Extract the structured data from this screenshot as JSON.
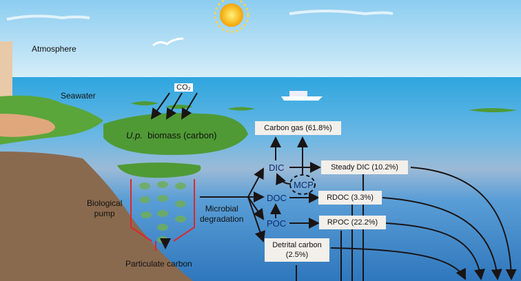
{
  "labels": {
    "atmosphere": "Atmosphere",
    "seawater": "Seawater",
    "co2": "CO₂",
    "up_italic": "U.p.",
    "biomass": "biomass (carbon)",
    "biological_pump": [
      "Biological",
      "pump"
    ],
    "microbial_degradation": [
      "Microbial",
      "degradation"
    ],
    "particulate_carbon": "Particulate carbon",
    "dic": "DIC",
    "doc": "DOC",
    "poc": "POC",
    "mcp": "MCP"
  },
  "boxes": {
    "carbon_gas": "Carbon gas (61.8%)",
    "steady_dic": "Steady DIC (10.2%)",
    "rdoc": "RDOC (3.3%)",
    "rpoc": "RPOC (22.2%)",
    "detrital_1": "Detrital carbon",
    "detrital_2": "(2.5%)"
  },
  "colors": {
    "sky": "#a8d8f0",
    "sea": "#3f9ad6",
    "deep": "#2f6fb0",
    "ground": "#8a6a4f",
    "algae": "#4f9a35"
  }
}
